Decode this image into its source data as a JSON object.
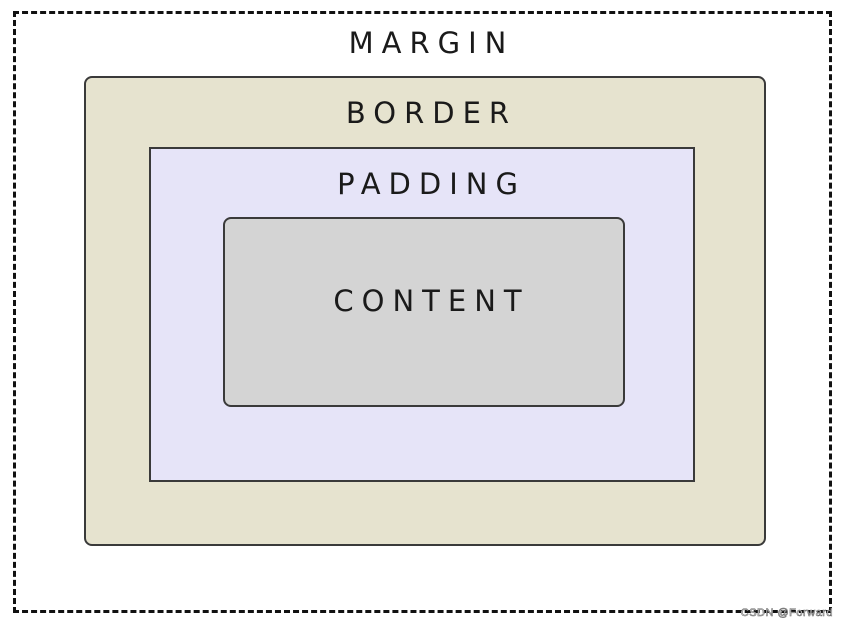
{
  "diagram": {
    "layers": {
      "margin": {
        "label": "MARGIN"
      },
      "border": {
        "label": "BORDER"
      },
      "padding": {
        "label": "PADDING"
      },
      "content": {
        "label": "CONTENT"
      }
    },
    "colors": {
      "margin_fill": "#ffffff",
      "border_fill": "#e6e3cf",
      "padding_fill": "#e6e4f8",
      "content_fill": "#d4d4d4",
      "outline": "#3a3a3a",
      "dashed_outline": "#111111",
      "text": "#1a1a1a"
    }
  },
  "watermark": "CSDN @Forward"
}
